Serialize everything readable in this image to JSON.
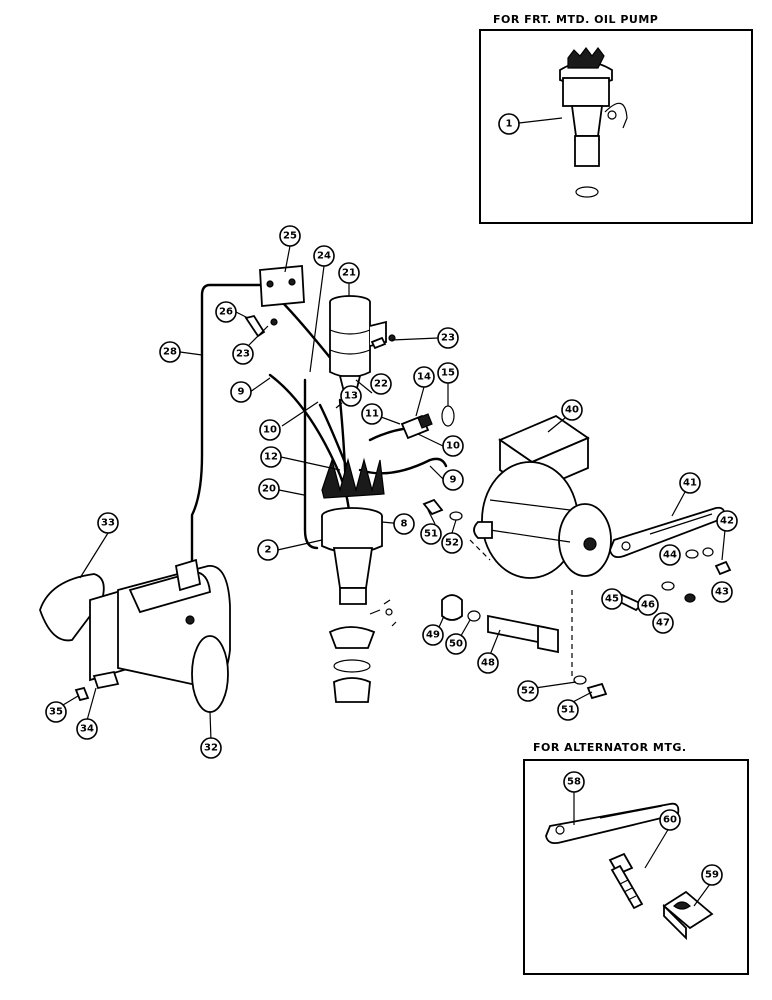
{
  "insets": {
    "oil_pump_title": "FOR FRT. MTD. OIL PUMP",
    "alternator_title": "FOR ALTERNATOR MTG."
  },
  "callouts": [
    {
      "id": "c1",
      "label": "1"
    },
    {
      "id": "c25",
      "label": "25"
    },
    {
      "id": "c24",
      "label": "24"
    },
    {
      "id": "c21",
      "label": "21"
    },
    {
      "id": "c26",
      "label": "26"
    },
    {
      "id": "c23a",
      "label": "23"
    },
    {
      "id": "c23b",
      "label": "23"
    },
    {
      "id": "c28",
      "label": "28"
    },
    {
      "id": "c9a",
      "label": "9"
    },
    {
      "id": "c22",
      "label": "22"
    },
    {
      "id": "c13",
      "label": "13"
    },
    {
      "id": "c14",
      "label": "14"
    },
    {
      "id": "c15",
      "label": "15"
    },
    {
      "id": "c10a",
      "label": "10"
    },
    {
      "id": "c11",
      "label": "11"
    },
    {
      "id": "c10b",
      "label": "10"
    },
    {
      "id": "c12",
      "label": "12"
    },
    {
      "id": "c9b",
      "label": "9"
    },
    {
      "id": "c20",
      "label": "20"
    },
    {
      "id": "c40",
      "label": "40"
    },
    {
      "id": "c41",
      "label": "41"
    },
    {
      "id": "c42",
      "label": "42"
    },
    {
      "id": "c44",
      "label": "44"
    },
    {
      "id": "c43",
      "label": "43"
    },
    {
      "id": "c45",
      "label": "45"
    },
    {
      "id": "c46",
      "label": "46"
    },
    {
      "id": "c47",
      "label": "47"
    },
    {
      "id": "c8",
      "label": "8"
    },
    {
      "id": "c51a",
      "label": "51"
    },
    {
      "id": "c52a",
      "label": "52"
    },
    {
      "id": "c2",
      "label": "2"
    },
    {
      "id": "c33",
      "label": "33"
    },
    {
      "id": "c49",
      "label": "49"
    },
    {
      "id": "c50",
      "label": "50"
    },
    {
      "id": "c48",
      "label": "48"
    },
    {
      "id": "c52b",
      "label": "52"
    },
    {
      "id": "c51b",
      "label": "51"
    },
    {
      "id": "c35",
      "label": "35"
    },
    {
      "id": "c34",
      "label": "34"
    },
    {
      "id": "c32",
      "label": "32"
    },
    {
      "id": "c58",
      "label": "58"
    },
    {
      "id": "c60",
      "label": "60"
    },
    {
      "id": "c59",
      "label": "59"
    }
  ]
}
